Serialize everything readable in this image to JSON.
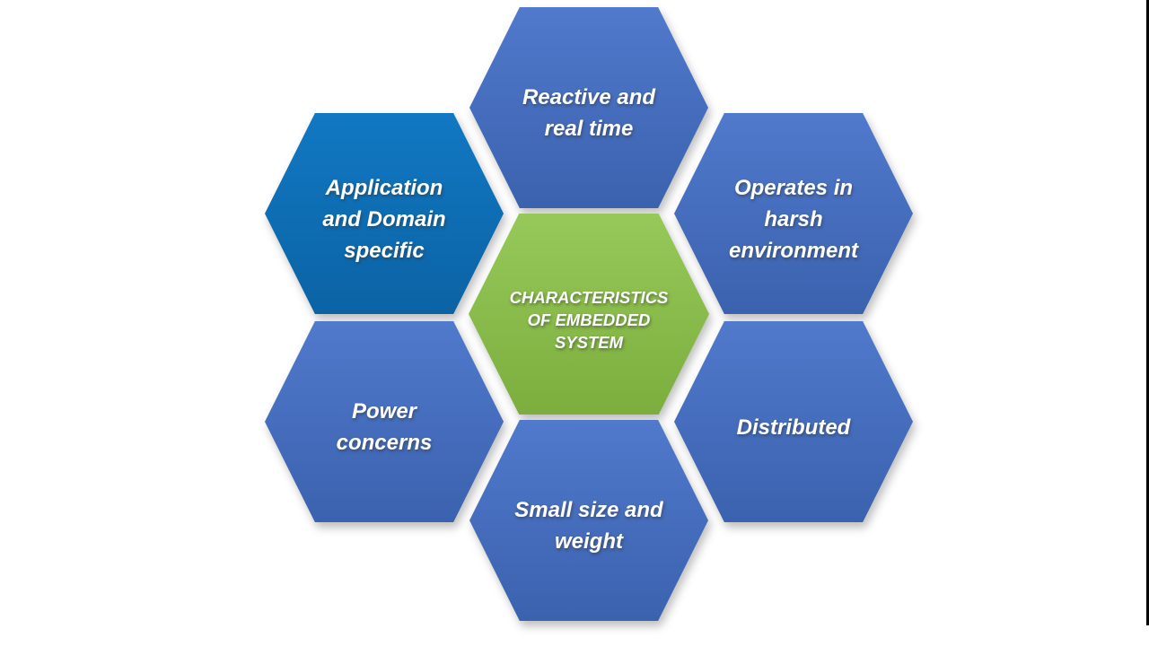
{
  "diagram": {
    "center": {
      "lines": [
        "CHARACTERISTICS",
        "OF EMBEDDED",
        "SYSTEM"
      ]
    },
    "nodes": [
      {
        "id": "reactive-real-time",
        "lines": [
          "Reactive and",
          "real time"
        ]
      },
      {
        "id": "application-domain-specific",
        "lines": [
          "Application",
          "and Domain",
          "specific"
        ]
      },
      {
        "id": "operates-harsh-environment",
        "lines": [
          "Operates in",
          "harsh",
          "environment"
        ]
      },
      {
        "id": "power-concerns",
        "lines": [
          "Power",
          "concerns"
        ]
      },
      {
        "id": "distributed",
        "lines": [
          "Distributed"
        ]
      },
      {
        "id": "small-size-weight",
        "lines": [
          "Small size and",
          "weight"
        ]
      }
    ]
  },
  "colors": {
    "background": "#ffffff",
    "outer_hex_top": "#5179cc",
    "outer_hex_bottom": "#3a62ae",
    "accent_hex_top": "#1178c3",
    "accent_hex_bottom": "#0b63a4",
    "center_hex_top": "#96c959",
    "center_hex_bottom": "#7cae3e",
    "label_text": "#ffffff",
    "frame_edge": "#000000"
  }
}
